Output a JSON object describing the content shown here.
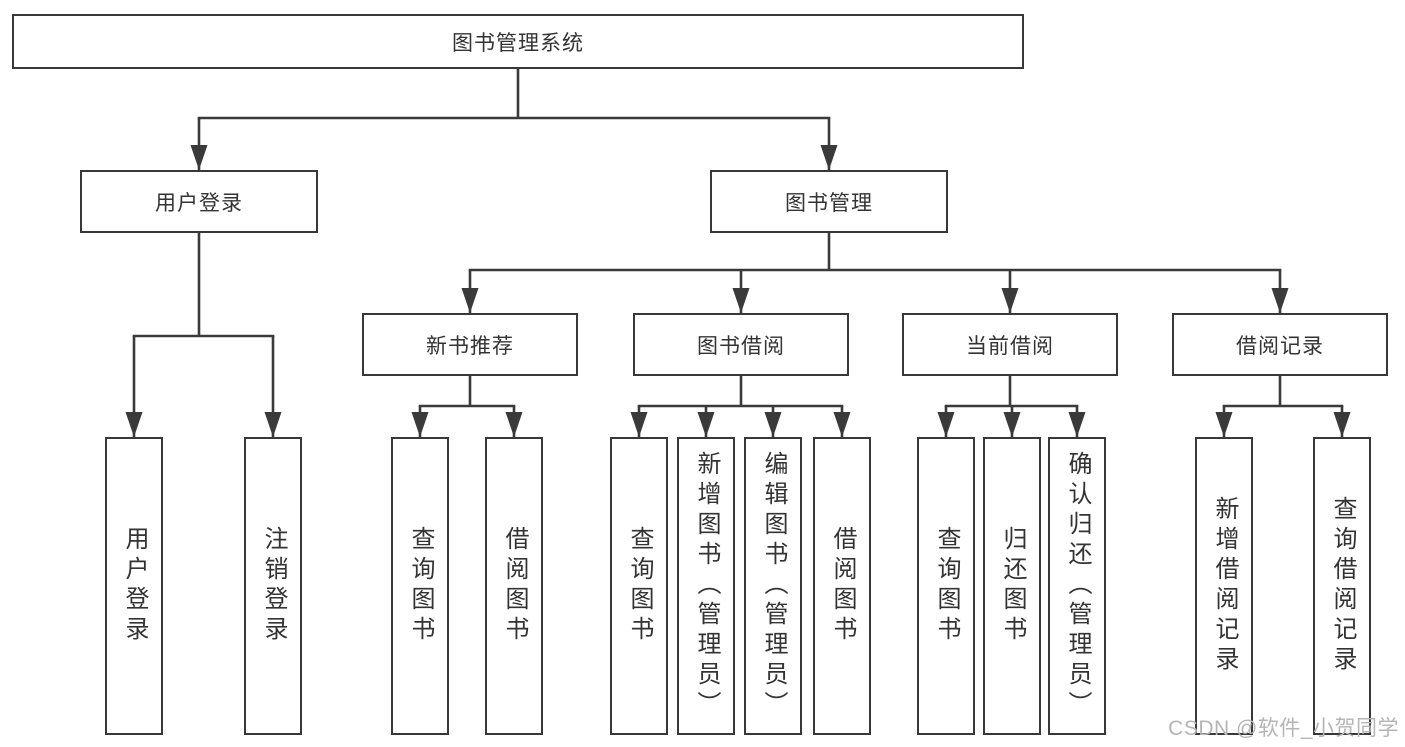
{
  "tree": {
    "label": "图书管理系统",
    "children": [
      {
        "label": "用户登录",
        "children": [
          {
            "label": "用户登录"
          },
          {
            "label": "注销登录"
          }
        ]
      },
      {
        "label": "图书管理",
        "children": [
          {
            "label": "新书推荐",
            "children": [
              {
                "label": "查询图书"
              },
              {
                "label": "借阅图书"
              }
            ]
          },
          {
            "label": "图书借阅",
            "children": [
              {
                "label": "查询图书"
              },
              {
                "label": "新增图书（管理员）"
              },
              {
                "label": "编辑图书（管理员）"
              },
              {
                "label": "借阅图书"
              }
            ]
          },
          {
            "label": "当前借阅",
            "children": [
              {
                "label": "查询图书"
              },
              {
                "label": "归还图书"
              },
              {
                "label": "确认归还（管理员）"
              }
            ]
          },
          {
            "label": "借阅记录",
            "children": [
              {
                "label": "新增借阅记录"
              },
              {
                "label": "查询借阅记录"
              }
            ]
          }
        ]
      }
    ]
  },
  "watermark": "CSDN @软件_小贺同学",
  "colors": {
    "line": "#3a3a3a",
    "box-border": "#383838",
    "text": "#333333",
    "background": "#ffffff",
    "watermark": "#b5b5b5"
  }
}
